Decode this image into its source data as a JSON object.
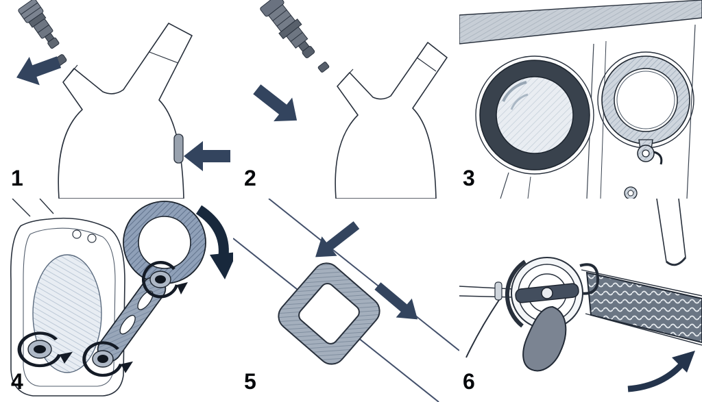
{
  "figure": {
    "panel_count": 6
  },
  "panels": [
    {
      "number": "1",
      "icons": [
        "arrow-up-left",
        "arrow-left",
        "plug-connector",
        "y-valve-body",
        "side-tab"
      ]
    },
    {
      "number": "2",
      "icons": [
        "arrow-down-right",
        "plug-connector",
        "y-valve-body"
      ]
    },
    {
      "number": "3",
      "icons": [
        "dark-lens-ring",
        "gasket-ring",
        "clasp-eyelet"
      ]
    },
    {
      "number": "4",
      "icons": [
        "rotate-arrow",
        "rotate-arrow",
        "rotate-arrow",
        "thick-curved-arrow",
        "bracket-arm",
        "ring-mount",
        "pivot-bolt"
      ]
    },
    {
      "number": "5",
      "icons": [
        "arrow-up-left",
        "arrow-down-right",
        "strap",
        "slide-buckle"
      ]
    },
    {
      "number": "6",
      "icons": [
        "valve-knob",
        "lever-handle",
        "textured-strap",
        "curved-arrow-up-right"
      ]
    }
  ],
  "colors": {
    "background": "#ffffff",
    "line": "#28303c",
    "arrow": "#33445e",
    "dark_detail": "#141b26",
    "shade_light": "#cfd6de",
    "shade_mid": "#98a6b9",
    "shade_dark": "#6b7684",
    "number_text": "#06080b"
  }
}
